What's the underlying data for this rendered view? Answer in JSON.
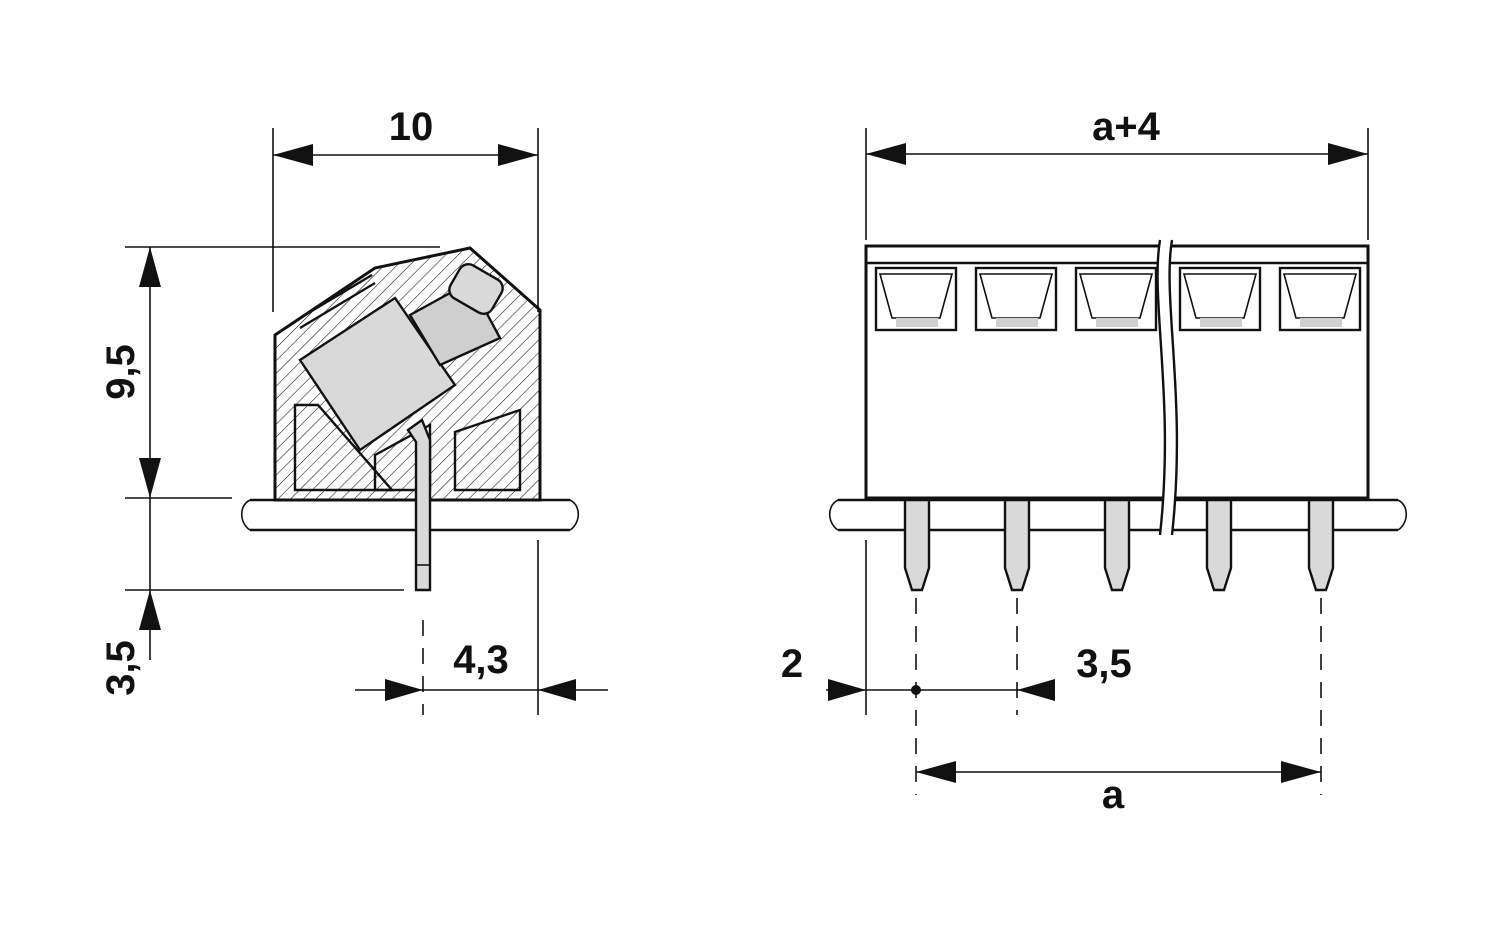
{
  "side_view": {
    "dims": {
      "width": "10",
      "height": "9,5",
      "pin_length": "3,5",
      "pin_offset": "4,3"
    }
  },
  "front_view": {
    "dims": {
      "overall_width": "a+4",
      "edge_offset": "2",
      "pitch": "3,5",
      "pin_span": "a"
    },
    "visible_poles": 5
  }
}
